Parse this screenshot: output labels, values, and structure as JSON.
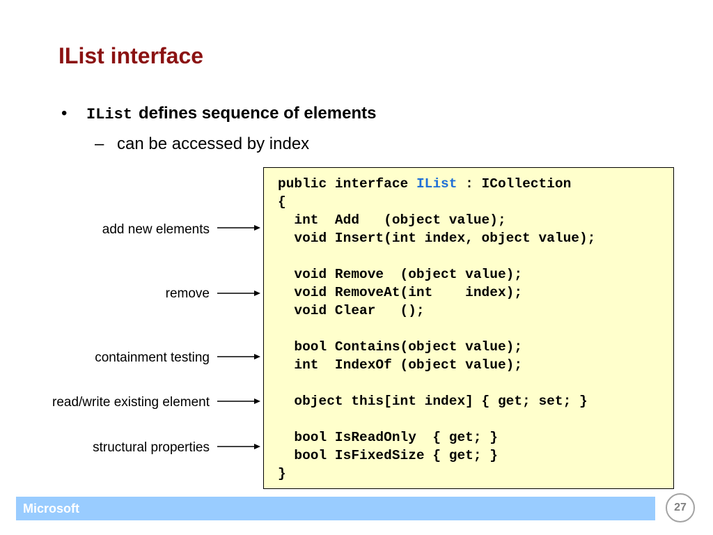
{
  "slide": {
    "title": "IList interface",
    "bullet": {
      "symbol": "•",
      "code": "IList",
      "text": "defines sequence of elements"
    },
    "sub_bullet": {
      "symbol": "–",
      "text": "can be accessed by index"
    }
  },
  "annotations": [
    {
      "label": "add new elements"
    },
    {
      "label": "remove"
    },
    {
      "label": "containment testing"
    },
    {
      "label": "read/write existing element"
    },
    {
      "label": "structural properties"
    }
  ],
  "code": {
    "background_color": "#ffffcc",
    "highlight_color": "#1f6fd6",
    "header": {
      "before": "public interface ",
      "highlight": "IList",
      "after": " : ICollection"
    },
    "lines": [
      "{",
      "  int  Add   (object value);",
      "  void Insert(int index, object value);",
      "",
      "  void Remove  (object value);",
      "  void RemoveAt(int    index);",
      "  void Clear   ();",
      "",
      "  bool Contains(object value);",
      "  int  IndexOf (object value);",
      "",
      "  object this[int index] { get; set; }",
      "",
      "  bool IsReadOnly  { get; }",
      "  bool IsFixedSize { get; }",
      "}"
    ]
  },
  "footer": {
    "brand": "Microsoft",
    "page_number": "27",
    "bar_color": "#99ccff"
  }
}
